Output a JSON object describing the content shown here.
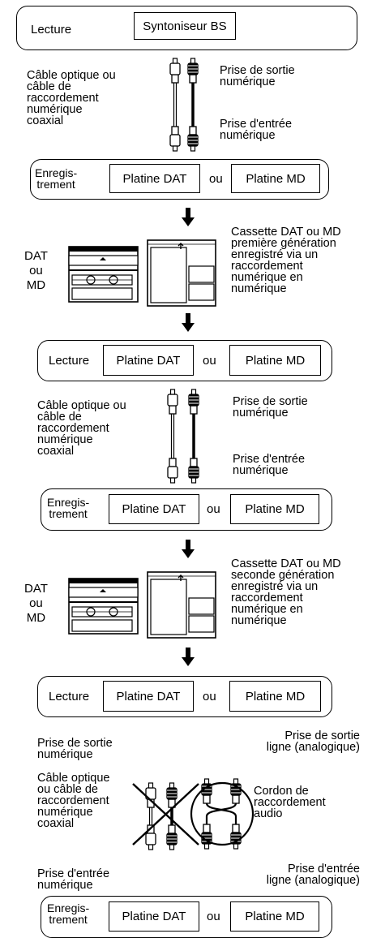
{
  "top": {
    "playback_label": "Lecture",
    "source_label": "Syntoniseur BS"
  },
  "labels": {
    "cable": "Câble optique ou\ncâble de\nraccordement\nnumérique\ncoaxial",
    "cable_short": "Câble optique\nou câble de\nraccordement\nnumérique\ncoaxial",
    "digital_out": "Prise de sortie\nnumérique",
    "digital_in": "Prise d'entrée\nnumérique",
    "line_out": "Prise de sortie\nligne (analogique)",
    "line_in": "Prise d'entrée\nligne (analogique)",
    "audio_cord": "Cordon de\nraccordement\naudio",
    "recording": "Enregis-\ntrement",
    "playback": "Lecture",
    "dat_deck": "Platine DAT",
    "md_deck": "Platine MD",
    "or": "ou",
    "dat_or_md": "DAT\nou\nMD"
  },
  "cassettes": {
    "first": "Cassette DAT ou MD\npremière génération\nenregistré via un\nraccordement\nnumérique en\nnumérique",
    "second": "Cassette DAT ou MD\nseconde génération\nenregistré via un\nraccordement\nnumérique en\nnumérique"
  }
}
